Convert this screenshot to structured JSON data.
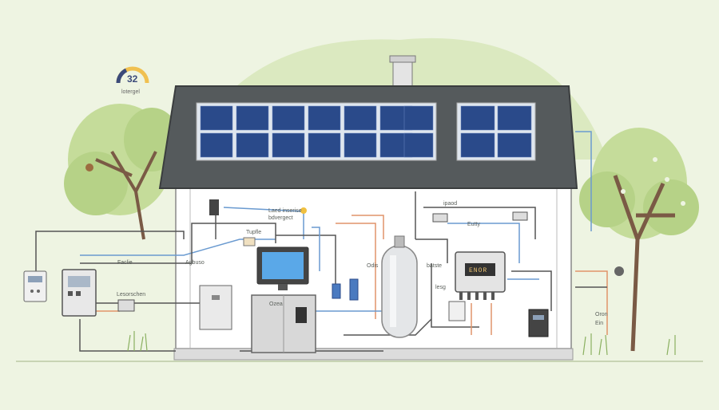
{
  "gauge": {
    "value": "32",
    "caption": "lotergel"
  },
  "labels": {
    "lead": "Laed inserise",
    "lead2": "bdvergect",
    "ipaod": "ipaod",
    "eutty": "Eutty",
    "tupfle": "Tupfle",
    "faclie": "Faclie",
    "agbuso": "Agbuso",
    "lesorschen": "Lesorschen",
    "odis": "Odis",
    "batste": "batste",
    "lesg": "lesg",
    "ozea": "Ozea",
    "oron": "Oron",
    "ein": "Ein"
  },
  "display": {
    "text": "ENOR"
  },
  "colors": {
    "background": "#eef4e2",
    "roof": "#555a5c",
    "panel": "#2a4a8a",
    "foliage": "#b8d48a",
    "wire_blue": "#6a9ad0",
    "wire_orange": "#e0946a",
    "wire_gray": "#555555"
  }
}
